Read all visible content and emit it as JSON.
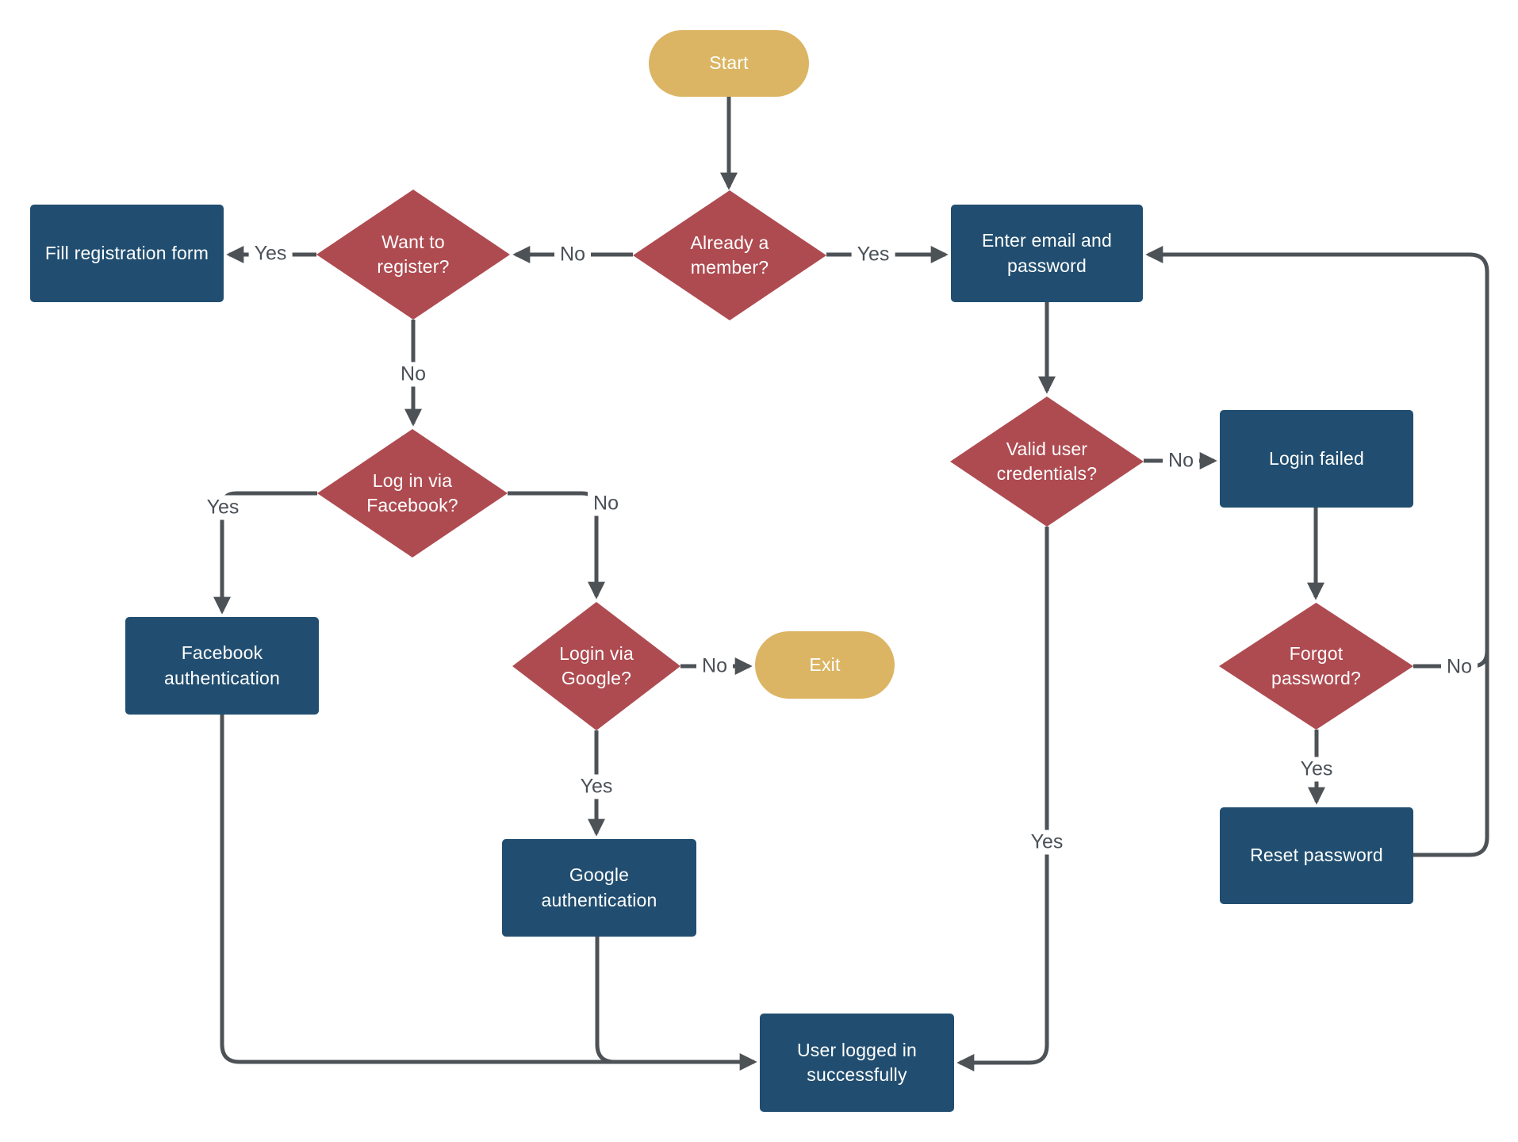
{
  "diagram": {
    "type": "flowchart",
    "topic": "Login / registration flow"
  },
  "colors": {
    "process_fill": "#214E70",
    "decision_fill": "#AE4B51",
    "terminator_fill": "#DBB563",
    "connector": "#4D5257",
    "edge_label_text": "#4A5056",
    "node_text": "#FFFFFF",
    "background": "#FFFFFF"
  },
  "nodes": {
    "start": {
      "label": "Start",
      "type": "terminator"
    },
    "already_member": {
      "label": "Already a member?",
      "type": "decision"
    },
    "want_register": {
      "label": "Want to register?",
      "type": "decision"
    },
    "fill_form": {
      "label": "Fill registration form",
      "type": "process"
    },
    "enter_email": {
      "label": "Enter email and password",
      "type": "process"
    },
    "login_facebook": {
      "label": "Log in via Facebook?",
      "type": "decision"
    },
    "facebook_auth": {
      "label": "Facebook authentication",
      "type": "process"
    },
    "login_google": {
      "label": "Login via Google?",
      "type": "decision"
    },
    "exit": {
      "label": "Exit",
      "type": "terminator"
    },
    "google_auth": {
      "label": "Google authentication",
      "type": "process"
    },
    "valid_credentials": {
      "label": "Valid user credentials?",
      "type": "decision"
    },
    "login_failed": {
      "label": "Login failed",
      "type": "process"
    },
    "forgot_password": {
      "label": "Forgot password?",
      "type": "decision"
    },
    "reset_password": {
      "label": "Reset password",
      "type": "process"
    },
    "user_logged_in": {
      "label": "User logged in successfully",
      "type": "process"
    }
  },
  "edge_labels": {
    "already_to_want": "No",
    "already_to_enter": "Yes",
    "want_to_fill": "Yes",
    "want_to_facebook": "No",
    "facebook_yes": "Yes",
    "facebook_no": "No",
    "google_no": "No",
    "google_yes": "Yes",
    "valid_no": "No",
    "valid_yes": "Yes",
    "forgot_no": "No",
    "forgot_yes": "Yes"
  }
}
